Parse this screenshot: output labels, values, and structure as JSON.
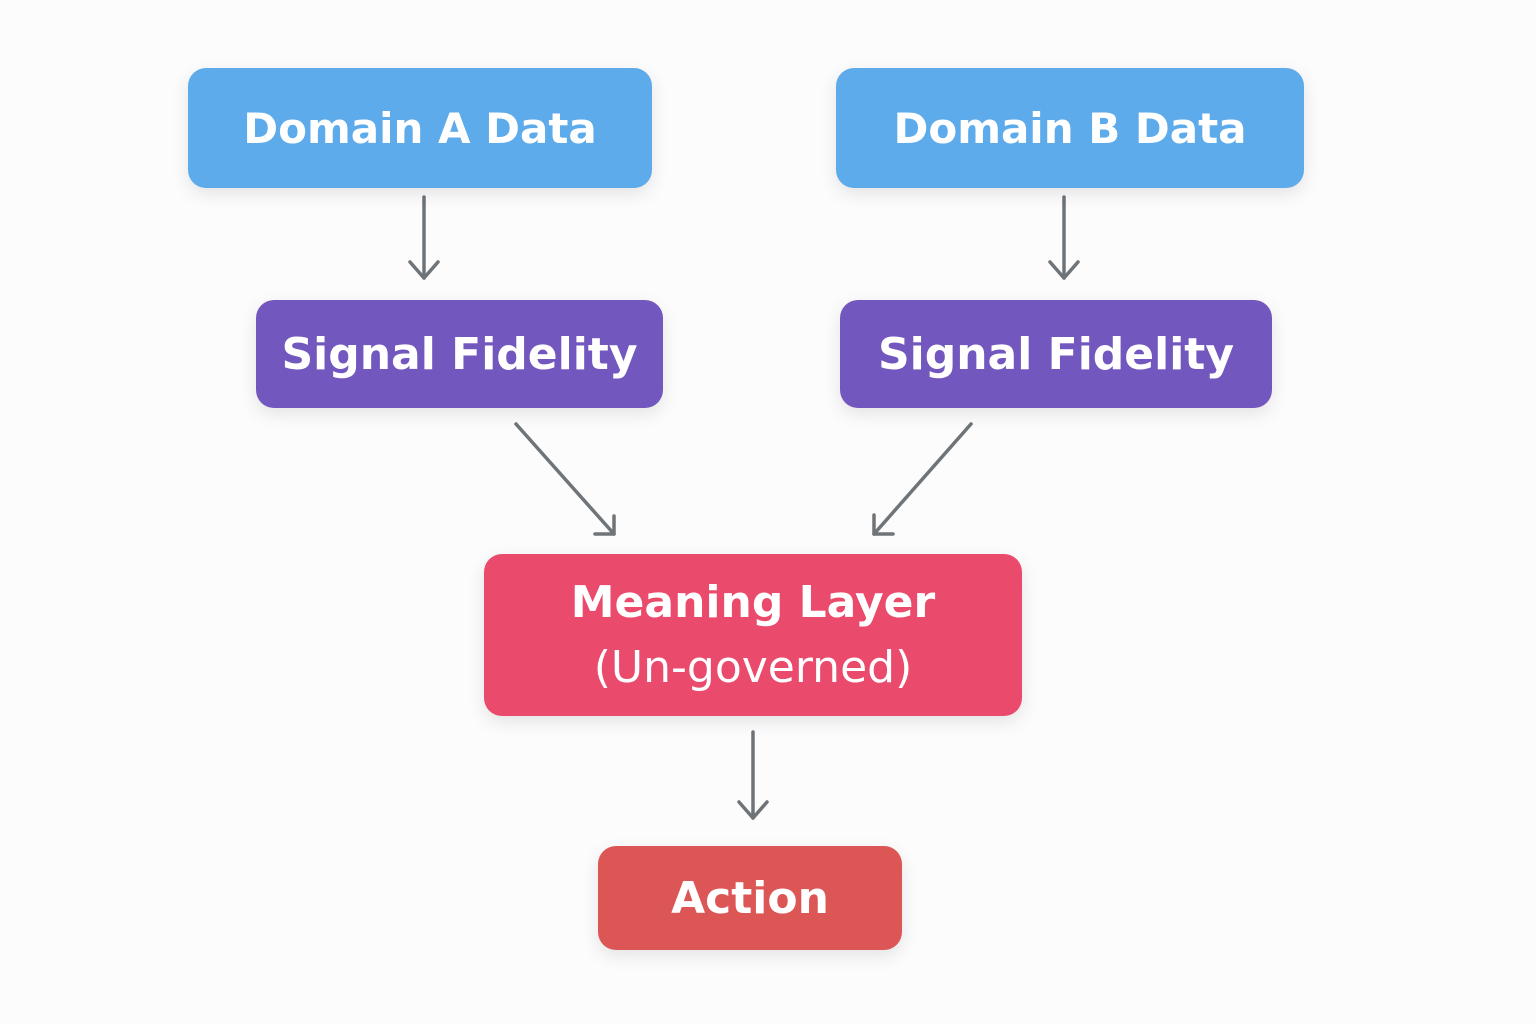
{
  "diagram": {
    "nodes": {
      "domain_a": {
        "label": "Domain A Data"
      },
      "domain_b": {
        "label": "Domain B Data"
      },
      "signal_a": {
        "label": "Signal Fidelity"
      },
      "signal_b": {
        "label": "Signal Fidelity"
      },
      "meaning": {
        "label": "Meaning Layer",
        "sublabel": "(Un-governed)"
      },
      "action": {
        "label": "Action"
      }
    },
    "edges": [
      {
        "from": "Domain A Data",
        "to": "Signal Fidelity"
      },
      {
        "from": "Domain B Data",
        "to": "Signal Fidelity"
      },
      {
        "from": "Signal Fidelity",
        "to": "Meaning Layer"
      },
      {
        "from": "Signal Fidelity",
        "to": "Meaning Layer"
      },
      {
        "from": "Meaning Layer",
        "to": "Action"
      }
    ],
    "colors": {
      "domain": "#5eabeb",
      "signal": "#7257be",
      "meaning": "#ea4a6b",
      "action": "#dd5656",
      "arrow": "#6e7478",
      "background": "#fdfcfd"
    }
  }
}
